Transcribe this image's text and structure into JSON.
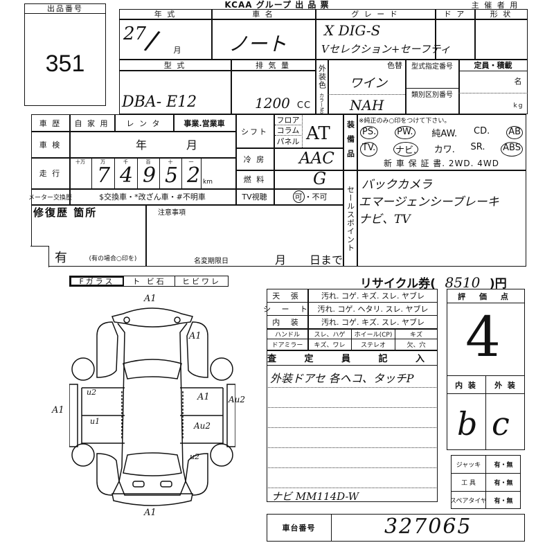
{
  "header": {
    "title": "KCAA グループ 出 品 票",
    "owner_use": "主 催 者 用"
  },
  "lot": {
    "label": "出品番号",
    "number": "351"
  },
  "vehicle": {
    "year_label": "年 式",
    "year": "27",
    "month_suffix": "月",
    "name_label": "車 名",
    "name": "ノート",
    "grade_label": "グ レ ー ド",
    "grade_line1": "X DIG-S",
    "grade_line2": "Vセレクション+セーフティ",
    "door_label": "ド ア",
    "shape_label": "形 状",
    "model_label": "型 式",
    "model": "DBA- E12",
    "displacement_label": "排 気 量",
    "displacement": "1200",
    "displacement_unit": "CC",
    "exterior_color_label": "外装色",
    "color_change_label": "色替",
    "color": "ワイン",
    "color_no_label": "カラーNo.",
    "color_no": "NAH",
    "type_designation_label": "型式指定番号",
    "category_label": "類別区別番号",
    "capacity_label": "定員・積載",
    "persons_unit": "名",
    "kg_unit": "kg"
  },
  "history": {
    "label": "車 歴",
    "options": [
      "自 家 用",
      "レ ン タ",
      "事業.営業車"
    ],
    "inspection_label": "車 検",
    "year_unit": "年",
    "month_unit": "月",
    "mileage_label": "走 行",
    "digit_labels": [
      "十万",
      "万",
      "千",
      "百",
      "十",
      "一"
    ],
    "mileage_digits": [
      "",
      "7",
      "4",
      "9",
      "5",
      "2"
    ],
    "km_unit": "km",
    "meter_label": "メーター交換歴",
    "meter_options": "$交換車・*改ざん車・#不明車",
    "repair_label": "修復歴 箇所",
    "repair_value": "有",
    "repair_note": "(有の場合○印を)",
    "notes_label": "注意事項",
    "name_change_label": "名変期限日",
    "month": "月",
    "day_until": "日まで"
  },
  "drivetrain": {
    "shift_label": "シフト",
    "shift_options": [
      "フロア",
      "コラム",
      "パネル"
    ],
    "shift_value": "AT",
    "ac_label": "冷 房",
    "ac_value": "AAC",
    "fuel_label": "燃 料",
    "fuel_value": "G",
    "tv_label": "TV視聴",
    "tv_ok": "可",
    "tv_sep": "・",
    "tv_ng": "不可"
  },
  "equipment": {
    "label": "装備品",
    "note": "※純正のみ○印をつけて下さい。",
    "row1": [
      {
        "t": "PS.",
        "c": true
      },
      {
        "t": "PW.",
        "c": true
      },
      {
        "t": "純AW.",
        "c": false
      },
      {
        "t": "CD.",
        "c": false
      },
      {
        "t": "AB",
        "c": true
      }
    ],
    "row2": [
      {
        "t": "TV.",
        "c": true
      },
      {
        "t": "ナビ.",
        "c": true
      },
      {
        "t": "カワ.",
        "c": false
      },
      {
        "t": "SR.",
        "c": false
      },
      {
        "t": "ABS",
        "c": true
      }
    ],
    "row3": "新 車 保 証 書.  2WD.  4WD"
  },
  "sales_points": {
    "label": "セールスポイント",
    "lines": [
      "バックカメラ",
      "エマージェンシーブレーキ",
      "ナビ、TV"
    ]
  },
  "glass": {
    "items": [
      "Fガラス",
      "ト ビ石",
      "ヒビワレ"
    ]
  },
  "diagram": {
    "marks": [
      "A1",
      "A1",
      "A1",
      "A1",
      "Au2",
      "u2",
      "u1",
      "Au2",
      "u2",
      "A1"
    ]
  },
  "recycle": {
    "label": "リサイクル券(",
    "amount": "8510",
    "suffix": ")円"
  },
  "interior": {
    "rows": [
      {
        "label": "天 張",
        "items": "汚れ. コゲ. キズ. スレ. ヤブレ"
      },
      {
        "label": "シ ー ト",
        "items": "汚れ. コゲ. ヘタリ. スレ. ヤブレ"
      },
      {
        "label": "内 装",
        "items": "汚れ. コゲ. キズ. スレ. ヤブレ"
      }
    ],
    "handle": "ハンドル",
    "handle_opts": "スレ、ハゲ",
    "wheel": "ホイール(CP)",
    "wheel_opts": "キズ",
    "mirror": "ドアミラー",
    "mirror_opts": "キズ、ワレ",
    "stereo": "ステレオ",
    "stereo_opts": "欠、穴"
  },
  "inspector": {
    "label": "査 定 員 記 入",
    "line1": "外装ドアセ 各ヘコ、タッチP",
    "line_last": "ナビ MM114D-W"
  },
  "score": {
    "label": "評 価 点",
    "value": "4",
    "interior_label": "内 装",
    "exterior_label": "外 装",
    "interior": "b",
    "exterior": "c"
  },
  "accessories": [
    {
      "label": "ジャッキ",
      "value": "有・無"
    },
    {
      "label": "工 具",
      "value": "有・無"
    },
    {
      "label": "スペアタイヤ",
      "value": "有・無"
    }
  ],
  "chassis": {
    "label": "車台番号",
    "value": "327065"
  }
}
